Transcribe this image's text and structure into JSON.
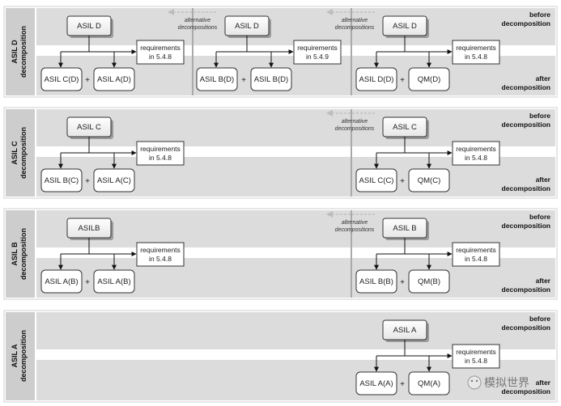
{
  "stages": {
    "before_line1": "before",
    "before_line2": "decomposition",
    "after_line1": "after",
    "after_line2": "decomposition"
  },
  "alternative": {
    "line1": "alternative",
    "line2": "decompositions"
  },
  "plus": "+",
  "watermark": "模拟世界",
  "sections": [
    {
      "label_line1": "ASIL D",
      "label_line2": "decomposition",
      "groups": [
        {
          "parent": "ASIL D",
          "left": "ASIL C(D)",
          "right": "ASIL A(D)",
          "req_line1": "requirements",
          "req_line2": "in 5.4.8"
        },
        {
          "parent": "ASIL D",
          "left": "ASIL B(D)",
          "right": "ASIL B(D)",
          "req_line1": "requirements",
          "req_line2": "in 5.4.9"
        },
        {
          "parent": "ASIL D",
          "left": "ASIL D(D)",
          "right": "QM(D)",
          "req_line1": "requirements",
          "req_line2": "in 5.4.8"
        }
      ]
    },
    {
      "label_line1": "ASIL C",
      "label_line2": "decomposition",
      "groups": [
        {
          "parent": "ASIL C",
          "left": "ASIL B(C)",
          "right": "ASIL A(C)",
          "req_line1": "requirements",
          "req_line2": "in 5.4.8"
        },
        {
          "parent": "ASIL C",
          "left": "ASIL C(C)",
          "right": "QM(C)",
          "req_line1": "requirements",
          "req_line2": "in 5.4.8"
        }
      ]
    },
    {
      "label_line1": "ASIL B",
      "label_line2": "decomposition",
      "groups": [
        {
          "parent": "ASILB",
          "left": "ASIL A(B)",
          "right": "ASIL A(B)",
          "req_line1": "requirements",
          "req_line2": "in 5.4.8"
        },
        {
          "parent": "ASIL B",
          "left": "ASIL B(B)",
          "right": "QM(B)",
          "req_line1": "requirements",
          "req_line2": "in 5.4.8"
        }
      ]
    },
    {
      "label_line1": "ASIL A",
      "label_line2": "decomposition",
      "groups": [
        {
          "parent": "ASIL A",
          "left": "ASIL A(A)",
          "right": "QM(A)",
          "req_line1": "requirements",
          "req_line2": "in 5.4.8"
        }
      ]
    }
  ]
}
